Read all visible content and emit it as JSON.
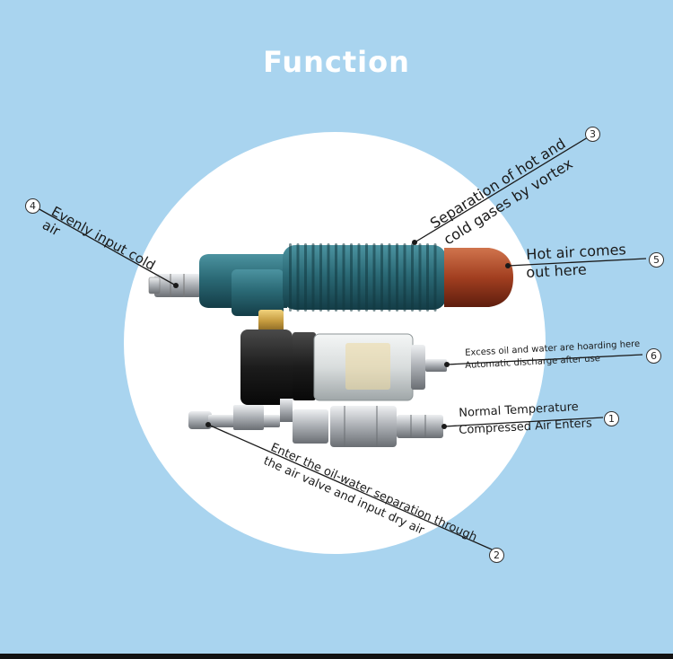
{
  "title": "Function",
  "labels": {
    "one_a": "Normal Temperature",
    "one_b": "Compressed Air Enters",
    "two_a": "Enter the oil-water separation through",
    "two_b": "the air valve and input dry air",
    "three_a": "Separation of hot and",
    "three_b": "cold gases by vortex",
    "four_a": "Evenly input cold",
    "four_b": "air",
    "five_a": "Hot air comes",
    "five_b": "out here",
    "six_a": "Excess oil and water are hoarding here",
    "six_b": "Automatic discharge after use"
  },
  "markers": [
    "1",
    "2",
    "3",
    "4",
    "5",
    "6"
  ],
  "colors": {
    "background": "#a9d4ef",
    "circle": "#ffffff",
    "tube_body": "#2f6f7b",
    "hot_cap": "#a84a2a",
    "brass": "#c9a24a",
    "steel": "#b8bcc0"
  }
}
